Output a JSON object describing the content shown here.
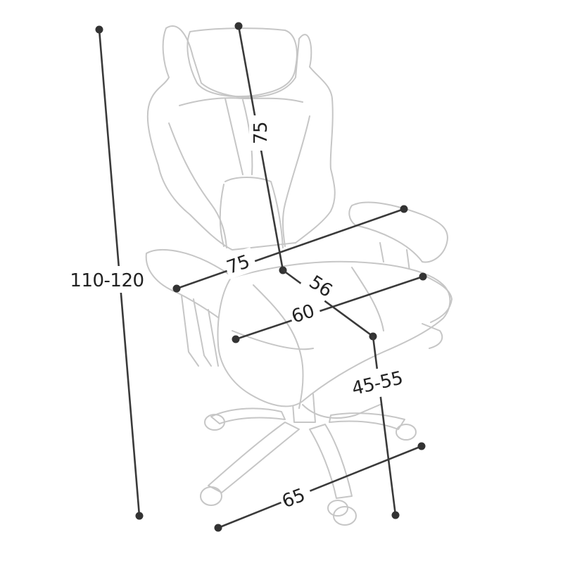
{
  "colors": {
    "background": "#ffffff",
    "chair_outline": "#c6c6c6",
    "dimension_line": "#3a3a3a",
    "dimension_text": "#222222"
  },
  "dimensions": {
    "total_height": "110-120",
    "backrest_height": "75",
    "overall_width": "75",
    "seat_depth": "56",
    "seat_width": "60",
    "seat_height": "45-55",
    "base_width": "65"
  }
}
